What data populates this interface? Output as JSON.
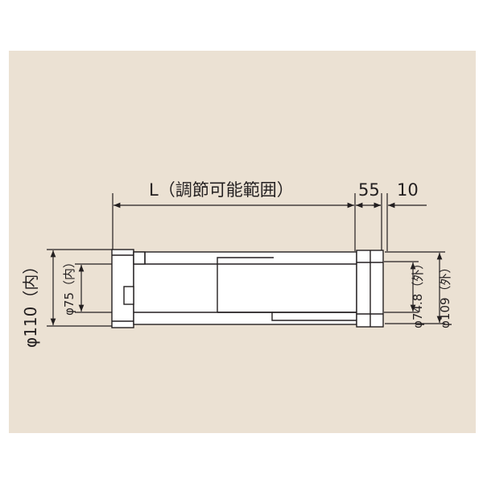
{
  "labels": {
    "length_adjustable": "L（調節可能範囲）",
    "dim_55": "55",
    "dim_10": "10",
    "inner_diameter_110": "φ110（内）",
    "inner_diameter_75": "φ75（内）",
    "outer_diameter_74_8": "φ74.8（外）",
    "outer_diameter_109": "φ109（外）"
  }
}
